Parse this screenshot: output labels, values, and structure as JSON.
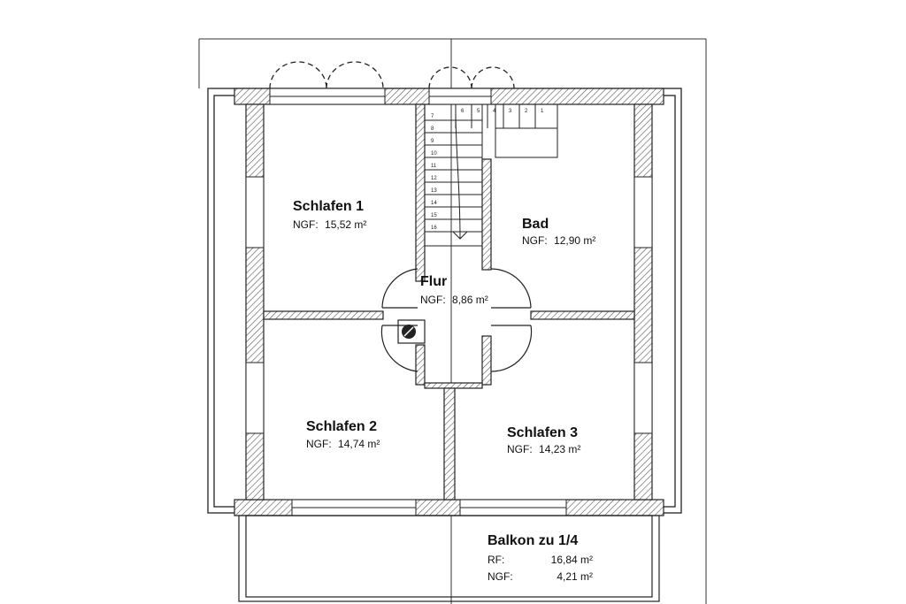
{
  "rooms": {
    "schlafen1": {
      "name": "Schlafen 1",
      "ngf_label": "NGF:",
      "ngf_value": "15,52 m²"
    },
    "bad": {
      "name": "Bad",
      "ngf_label": "NGF:",
      "ngf_value": "12,90 m²"
    },
    "flur": {
      "name": "Flur",
      "ngf_label": "NGF:",
      "ngf_value": "8,86 m²"
    },
    "schlafen2": {
      "name": "Schlafen 2",
      "ngf_label": "NGF:",
      "ngf_value": "14,74 m²"
    },
    "schlafen3": {
      "name": "Schlafen 3",
      "ngf_label": "NGF:",
      "ngf_value": "14,23 m²"
    }
  },
  "balkon": {
    "name": "Balkon zu 1/4",
    "rf_label": "RF:",
    "rf_value": "16,84 m²",
    "ngf_label": "NGF:",
    "ngf_value": "4,21 m²"
  },
  "stairs": {
    "steps": [
      "7",
      "8",
      "9",
      "10",
      "11",
      "12",
      "13",
      "14",
      "15",
      "16"
    ],
    "top_steps": [
      "6",
      "5",
      "4",
      "3",
      "2",
      "1"
    ]
  },
  "colors": {
    "line": "#222222",
    "hatch": "#555555",
    "background": "#ffffff"
  }
}
